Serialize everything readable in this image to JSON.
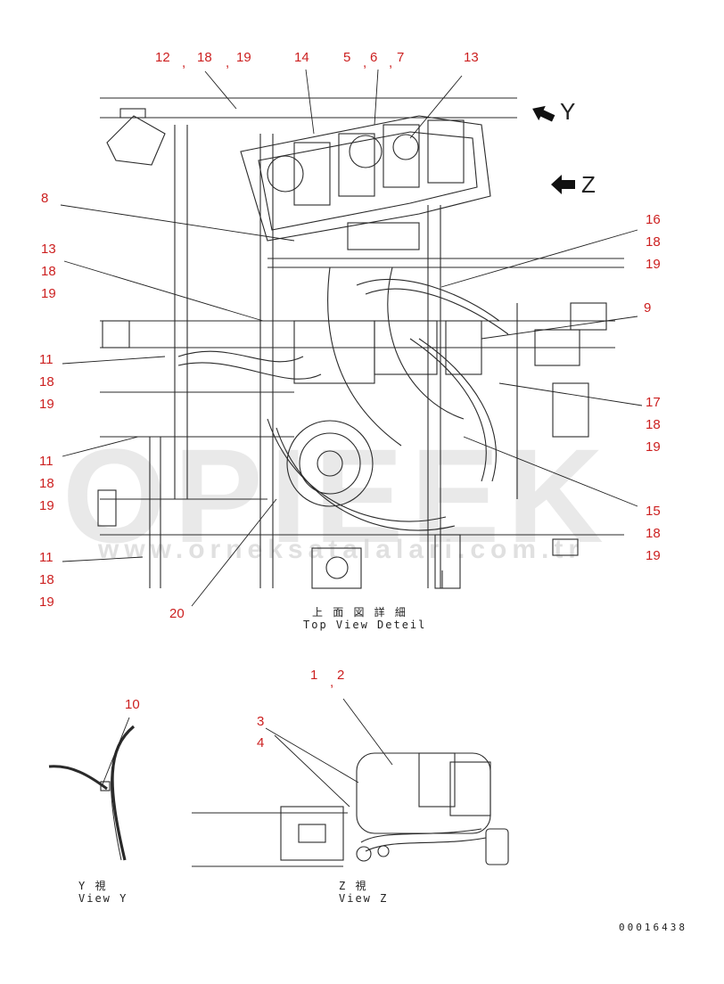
{
  "callouts": {
    "c12": "12",
    "c18a": "18",
    "c19a": "19",
    "c14": "14",
    "c5": "5",
    "c6": "6",
    "c7": "7",
    "c13a": "13",
    "c8": "8",
    "c13b": "13",
    "c18b": "18",
    "c19b": "19",
    "c16": "16",
    "c18c": "18",
    "c19c": "19",
    "c9": "9",
    "c11a": "11",
    "c18d": "18",
    "c19d": "19",
    "c17": "17",
    "c18e": "18",
    "c19e": "19",
    "c11b": "11",
    "c18f": "18",
    "c19f": "19",
    "c15": "15",
    "c18g": "18",
    "c19g": "19",
    "c11c": "11",
    "c18h": "18",
    "c19h": "19",
    "c20": "20",
    "c10": "10",
    "c1": "1",
    "c2": "2",
    "c3": "3",
    "c4": "4"
  },
  "separator": ",",
  "views": {
    "top_jp": "上 面 図 詳 細",
    "top_en": "Top View Deteil",
    "y_jp": "Y  視",
    "y_en": "View Y",
    "z_jp": "Z  視",
    "z_en": "View Z",
    "dir_y": "Y",
    "dir_z": "Z"
  },
  "watermark": {
    "brand": "OPIEEK",
    "url": "www.orneksatalalari.com.tr"
  },
  "doc_number": "00016438",
  "colors": {
    "callout": "#cc1f1f",
    "line": "#222222",
    "watermark": "#d8d8d8",
    "arrow": "#111111"
  }
}
